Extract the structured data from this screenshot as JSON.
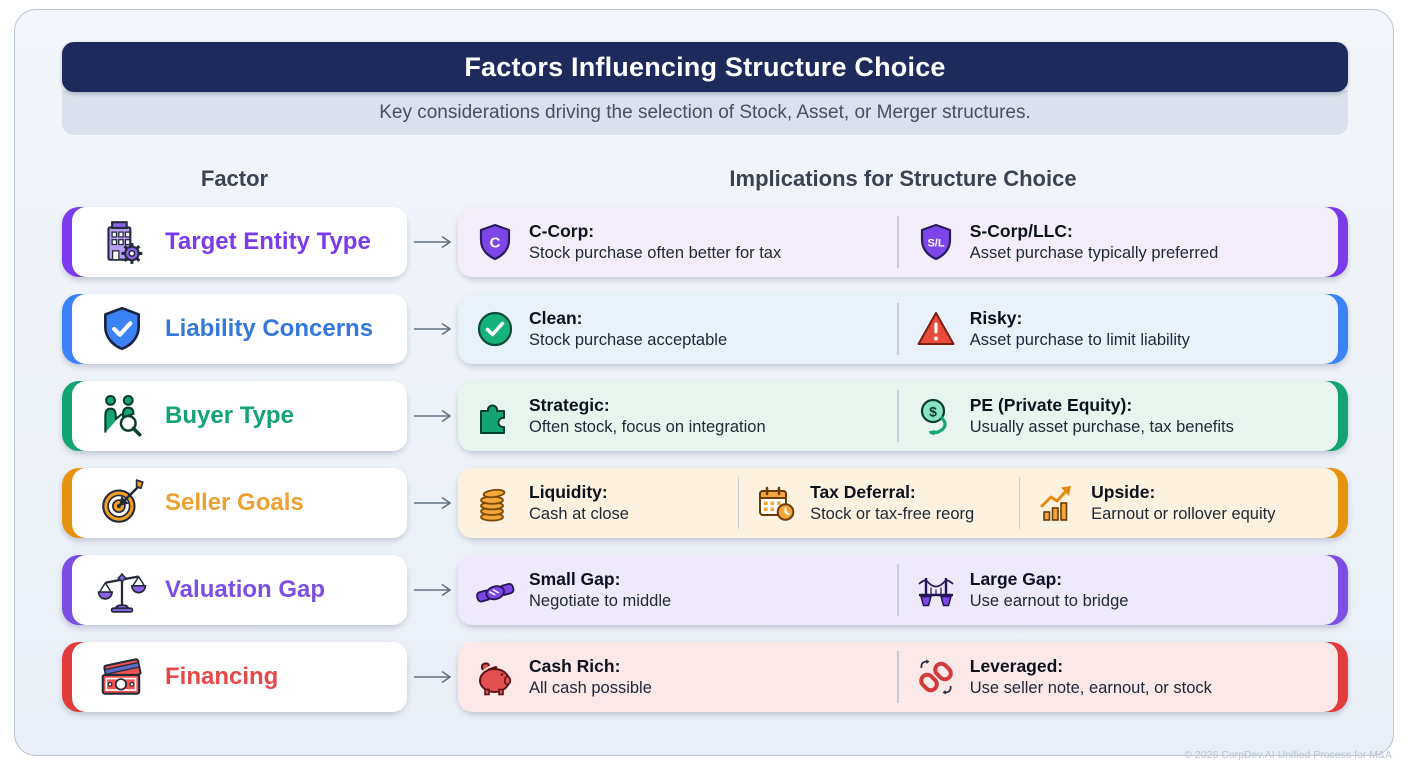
{
  "header": {
    "title": "Factors Influencing Structure Choice",
    "subtitle": "Key considerations driving the selection of Stock, Asset, or Merger structures."
  },
  "columns": {
    "factor": "Factor",
    "implications": "Implications for Structure Choice"
  },
  "rows": [
    {
      "factor": {
        "label": "Target Entity Type",
        "icon": "building-gear-icon"
      },
      "colors": {
        "accent": "#7c3aed",
        "tint": "#f4eefb",
        "label": "#7c3aed"
      },
      "items": [
        {
          "icon": "shield-letter-c-icon",
          "title": "C-Corp:",
          "text": "Stock purchase often better for tax"
        },
        {
          "icon": "shield-letter-sl-icon",
          "title": "S-Corp/LLC:",
          "text": "Asset purchase typically preferred"
        }
      ]
    },
    {
      "factor": {
        "label": "Liability Concerns",
        "icon": "shield-check-icon"
      },
      "colors": {
        "accent": "#3b82f6",
        "tint": "#e9f1fb",
        "label": "#3478dd"
      },
      "items": [
        {
          "icon": "check-circle-icon",
          "title": "Clean:",
          "text": "Stock purchase acceptable"
        },
        {
          "icon": "warning-triangle-icon",
          "title": "Risky:",
          "text": "Asset purchase to limit liability"
        }
      ]
    },
    {
      "factor": {
        "label": "Buyer Type",
        "icon": "people-magnifier-icon"
      },
      "colors": {
        "accent": "#12a573",
        "tint": "#e7f5ee",
        "label": "#12a573"
      },
      "items": [
        {
          "icon": "puzzle-piece-icon",
          "title": "Strategic:",
          "text": "Often stock, focus on integration"
        },
        {
          "icon": "dollar-cycle-icon",
          "title": "PE (Private Equity):",
          "text": "Usually asset purchase, tax benefits"
        }
      ]
    },
    {
      "factor": {
        "label": "Seller Goals",
        "icon": "target-arrow-icon"
      },
      "colors": {
        "accent": "#e5920f",
        "tint": "#fcf2df",
        "label": "#eda133"
      },
      "items": [
        {
          "icon": "coin-stack-icon",
          "title": "Liquidity:",
          "text": "Cash at close"
        },
        {
          "icon": "calendar-clock-icon",
          "title": "Tax Deferral:",
          "text": "Stock or tax-free reorg"
        },
        {
          "icon": "growth-chart-icon",
          "title": "Upside:",
          "text": "Earnout or rollover equity"
        }
      ]
    },
    {
      "factor": {
        "label": "Valuation Gap",
        "icon": "balance-scale-icon"
      },
      "colors": {
        "accent": "#7c4fe4",
        "tint": "#efe9fc",
        "label": "#7c4fe4"
      },
      "items": [
        {
          "icon": "handshake-icon",
          "title": "Small Gap:",
          "text": "Negotiate to middle"
        },
        {
          "icon": "bridge-icon",
          "title": "Large Gap:",
          "text": "Use earnout to bridge"
        }
      ]
    },
    {
      "factor": {
        "label": "Financing",
        "icon": "money-banknote-icon"
      },
      "colors": {
        "accent": "#e23b3b",
        "tint": "#fbe8e8",
        "label": "#e84848"
      },
      "items": [
        {
          "icon": "piggy-bank-icon",
          "title": "Cash Rich:",
          "text": "All cash possible"
        },
        {
          "icon": "chain-links-icon",
          "title": "Leveraged:",
          "text": "Use seller note, earnout, or stock"
        }
      ]
    }
  ],
  "footer": {
    "copyright": "© 2026 CorpDev.AI Unified Process for M&A"
  }
}
